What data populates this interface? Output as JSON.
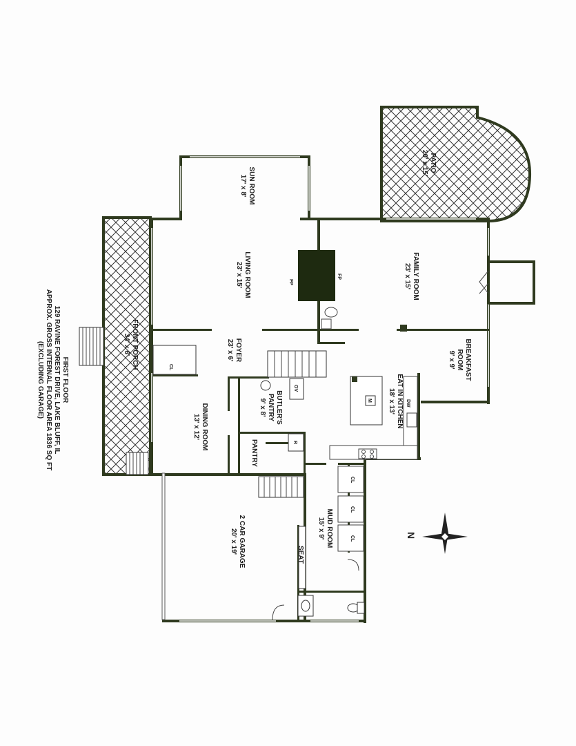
{
  "caption": {
    "line1": "FIRST FLOOR",
    "line2": "129 RAVINE FOREST DRIVE, LAKE BLUFF, IL",
    "line3": "APPROX. GROSS INTERNAL FLOOR AREA 1836 SQ FT",
    "line4": "(EXCLUDING GARAGE)"
  },
  "rooms": {
    "patio": {
      "name": "PATIO",
      "size": "20' x 15'"
    },
    "sun_room": {
      "name": "SUN ROOM",
      "size": "17' x 8'"
    },
    "living_room": {
      "name": "LIVING ROOM",
      "size": "23' x 15'"
    },
    "family_room": {
      "name": "FAMILY ROOM",
      "size": "23' x 15'"
    },
    "front_porch": {
      "name": "FRONT PORCH",
      "size": "34' x 6'"
    },
    "foyer": {
      "name": "FOYER",
      "size": "23' x 6'"
    },
    "breakfast_room": {
      "name1": "BREAKFAST",
      "name2": "ROOM",
      "size": "9' x 9'"
    },
    "kitchen": {
      "name": "EAT IN KITCHEN",
      "size": "18' x 13'"
    },
    "butlers_pantry": {
      "name1": "BUTLER'S",
      "name2": "PANTRY",
      "size": "9' x 8'"
    },
    "dining_room": {
      "name": "DINING ROOM",
      "size": "13' x 12'"
    },
    "pantry": {
      "name": "PANTRY"
    },
    "mud_room": {
      "name": "MUD ROOM",
      "size": "15' x 9'"
    },
    "garage": {
      "name": "2 CAR GARAGE",
      "size": "20' x 19'"
    }
  },
  "fixtures": {
    "fp": "FP",
    "cl": "CL",
    "ov": "OV",
    "r": "R",
    "m": "M",
    "dw": "DW",
    "seat": "SEAT"
  },
  "compass": {
    "label": "N"
  }
}
